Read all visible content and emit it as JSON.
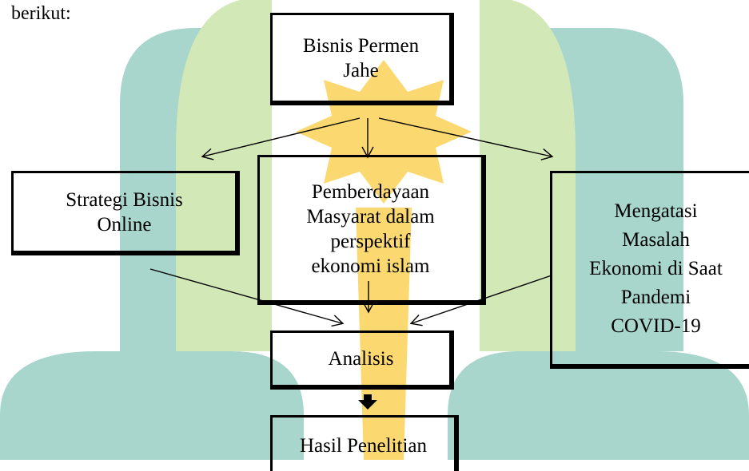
{
  "intro_text": "berikut:",
  "nodes": {
    "top": {
      "lines": [
        "Bisnis Permen",
        "Jahe"
      ]
    },
    "left": {
      "lines": [
        "Strategi Bisnis",
        "Online"
      ]
    },
    "center": {
      "lines": [
        "Pemberdayaan",
        "Masyarat dalam",
        "perspektif",
        "ekonomi islam"
      ]
    },
    "right": {
      "lines": [
        "Mengatasi",
        "Masalah",
        "Ekonomi di Saat",
        "Pandemi",
        "COVID-19"
      ]
    },
    "analysis": {
      "lines": [
        "Analisis"
      ]
    },
    "result": {
      "lines": [
        "Hasil Penelitian"
      ]
    }
  },
  "colors": {
    "watermark_teal": "#a8d6cc",
    "watermark_green": "#d3e8b7",
    "watermark_gold": "#fcd870",
    "line": "#000000"
  },
  "icons": [
    "watermark-logo-icon"
  ]
}
